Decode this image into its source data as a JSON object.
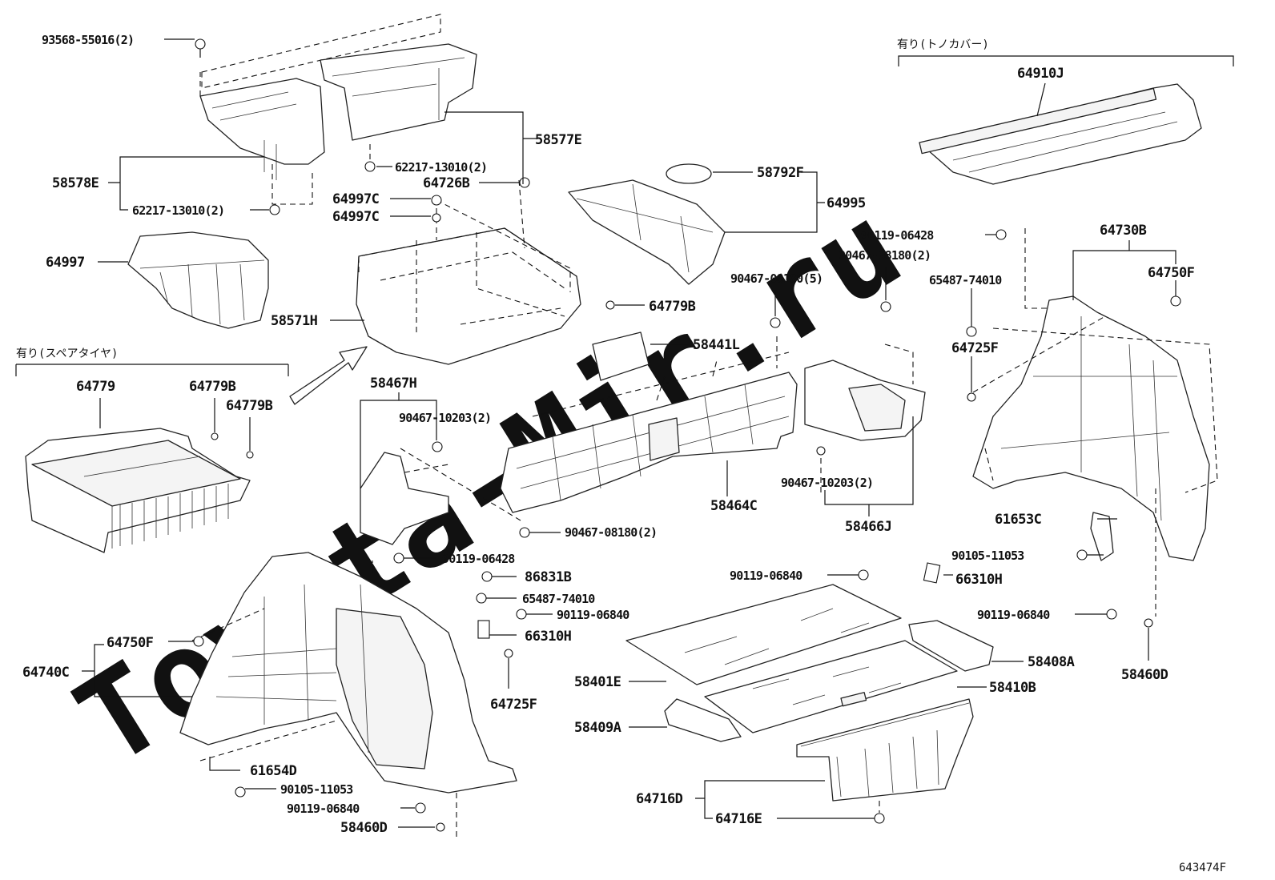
{
  "watermark": "Toyota-Mir.ru",
  "figure_code": "643474F",
  "notes": {
    "spare_tire": "有り(スペアタイヤ)",
    "tonneau_cover": "有り(トノカバー)"
  },
  "labels": {
    "p93568_55016": "93568-55016(2)",
    "p58577E": "58577E",
    "p58578E": "58578E",
    "p62217_a": "62217-13010(2)",
    "p62217_b": "62217-13010(2)",
    "p64726B": "64726B",
    "p64997C_a": "64997C",
    "p64997C_b": "64997C",
    "p64997": "64997",
    "p58571H": "58571H",
    "p64779B_a": "64779B",
    "p64779": "64779",
    "p64779B_b": "64779B",
    "p64779B_c": "64779B",
    "p58792F": "58792F",
    "p64995": "64995",
    "p64910J": "64910J",
    "p90119_06428_a": "90119-06428",
    "p64730B": "64730B",
    "p90467_08180_2a": "90467-08180(2)",
    "p90467_08180_5": "90467-08180(5)",
    "p65487_74010_a": "65487-74010",
    "p64750F_a": "64750F",
    "p64725F_a": "64725F",
    "p58441L": "58441L",
    "p58467H": "58467H",
    "p90467_10203_a": "90467-10203(2)",
    "p58464C": "58464C",
    "p90467_10203_b": "90467-10203(2)",
    "p58466J": "58466J",
    "p90467_08180_2b": "90467-08180(2)",
    "p61653C": "61653C",
    "p90105_11053_a": "90105-11053",
    "p90119_06840_a": "90119-06840",
    "p66310H_a": "66310H",
    "p90119_06840_b": "90119-06840",
    "p58460D_a": "58460D",
    "p90119_06428_b": "90119-06428",
    "p86831B": "86831B",
    "p65487_74010_b": "65487-74010",
    "p90119_06840_c": "90119-06840",
    "p64750F_b": "64750F",
    "p66310H_b": "66310H",
    "p64740C": "64740C",
    "p64725F_b": "64725F",
    "p58408A": "58408A",
    "p58401E": "58401E",
    "p58410B": "58410B",
    "p58409A": "58409A",
    "p61654D": "61654D",
    "p90105_11053_b": "90105-11053",
    "p90119_06840_d": "90119-06840",
    "p58460D_b": "58460D",
    "p64716D": "64716D",
    "p64716E": "64716E"
  }
}
